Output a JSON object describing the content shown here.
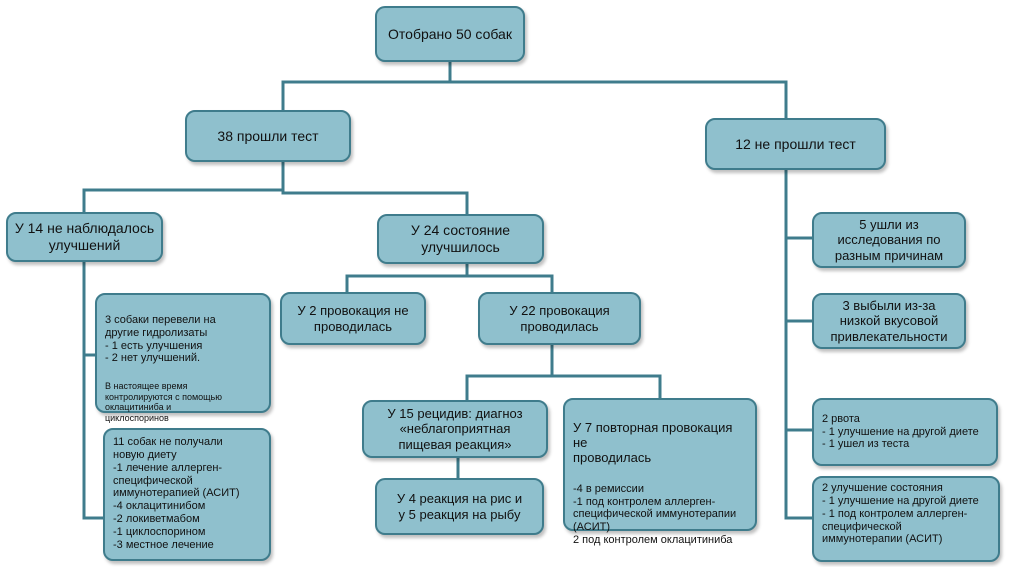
{
  "nodes": {
    "selected": "Отобрано 50 собак",
    "passed": "38 прошли тест",
    "failed": "12 не прошли тест",
    "no_improvement": "У 14 не наблюдалось\nулучшений",
    "improved": "У 24 состояние\nулучшилось",
    "hydrolysates": "3 собаки перевели  на\nдругие гидролизаты\n- 1 есть улучшения\n-     2 нет улучшений.",
    "hydrolysates_note": "В настоящее время\nконтролируются с помощью\nоклацитиниба и\nциклоспоринов",
    "no_new_diet": "11 собак  не получали\nновую диету\n-1 лечение аллерген-\nспецифической\nиммунотерапией (АСИТ)\n-4 оклацитинибом\n-2 локиветмабом\n-1 циклоспорином\n-3 местное лечение",
    "no_provocation": "У 2 провокация не\nпроводилась",
    "provocation": "У 22 провокация\nпроводилась",
    "relapse": "У 15 рецидив: диагноз\n«неблагоприятная\nпищевая реакция»",
    "reactions": "У 4 реакция на рис и\nу 5 реакция на рыбу",
    "repeat_provocation": "У 7 повторная провокация не\nпроводилась",
    "repeat_provocation_details": "-4 в ремиссии\n-1 под контролем  аллерген-\nспецифической иммунотерапии\n(АСИТ)\n2 под контролем  оклацитиниба",
    "left_study": "5 ушли из\nисследования по\nразным причинам",
    "palatability": "3 выбыли из-за\nнизкой вкусовой\nпривлекательности",
    "vomiting": "2 рвота\n - 1 улучшение на другой диете\n - 1 ушел  из теста",
    "condition_improved": "2 улучшение состояния\n - 1 улучшение на другой диете\n - 1 под контролем  аллерген-\nспецифической\nиммунотерапии  (АСИТ)"
  },
  "colors": {
    "fill": "#8fc0cd",
    "border": "#3f7c8c",
    "line": "#3f7c8c"
  }
}
